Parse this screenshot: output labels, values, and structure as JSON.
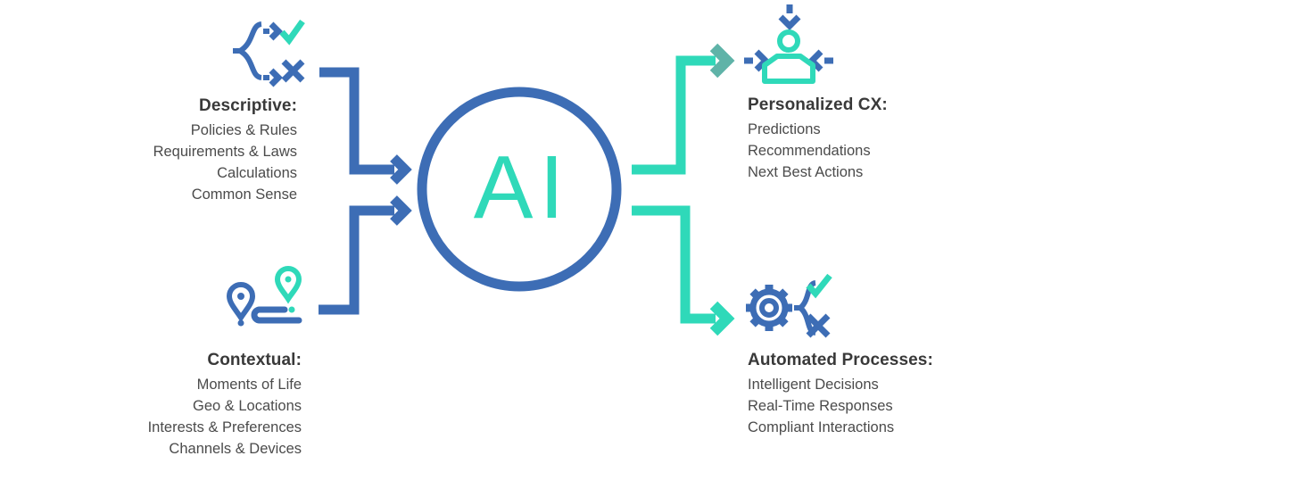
{
  "diagram": {
    "center_label": "AI",
    "groups": {
      "descriptive": {
        "title": "Descriptive:",
        "items": [
          "Policies & Rules",
          "Requirements & Laws",
          "Calculations",
          "Common Sense"
        ]
      },
      "contextual": {
        "title": "Contextual:",
        "items": [
          "Moments of Life",
          "Geo & Locations",
          "Interests & Preferences",
          "Channels & Devices"
        ]
      },
      "personalized_cx": {
        "title": "Personalized CX:",
        "items": [
          "Predictions",
          "Recommendations",
          "Next Best Actions"
        ]
      },
      "automated_processes": {
        "title": "Automated Processes:",
        "items": [
          "Intelligent Decisions",
          "Real-Time Responses",
          "Compliant Interactions"
        ]
      }
    },
    "icons": {
      "descriptive": "decision-branch-check-icon",
      "contextual": "location-journey-icon",
      "personalized_cx": "customer-focus-icon",
      "automated_processes": "gear-decision-icon"
    },
    "colors": {
      "blue": "#3d6db5",
      "teal": "#2fd9b9",
      "teal_dark": "#5fb3a8",
      "title_text": "#393939",
      "body_text": "#4b4b4b"
    }
  }
}
